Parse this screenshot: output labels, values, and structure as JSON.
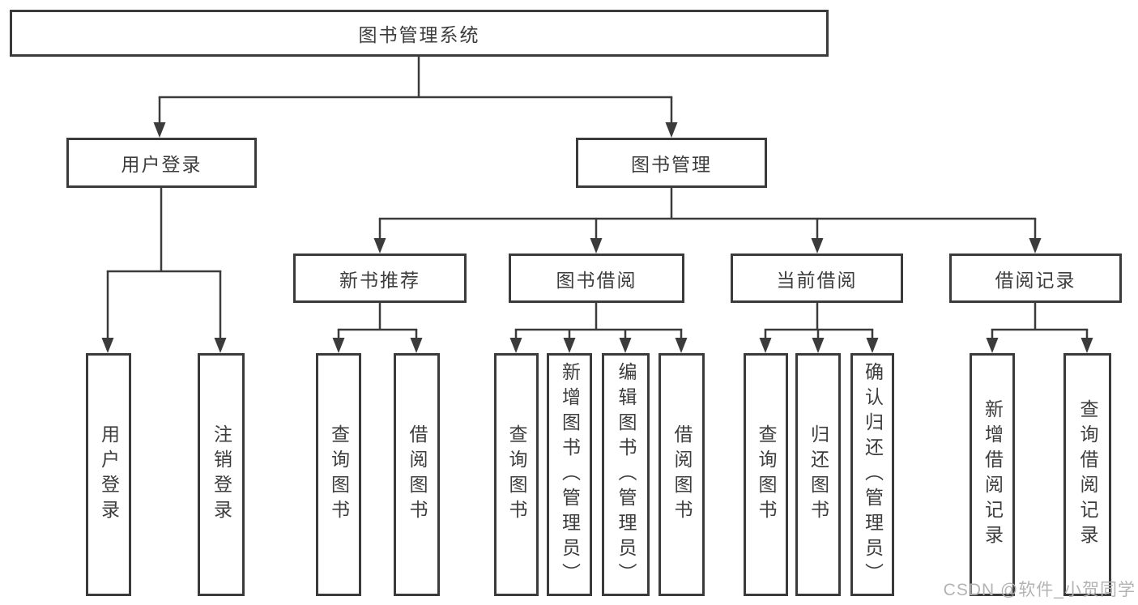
{
  "nodes": {
    "root": "图书管理系统",
    "level2": [
      "用户登录",
      "图书管理"
    ],
    "level3": [
      "新书推荐",
      "图书借阅",
      "当前借阅",
      "借阅记录"
    ],
    "leaves_user_login": [
      "用户登录",
      "注销登录"
    ],
    "leaves_new_books": [
      "查询图书",
      "借阅图书"
    ],
    "leaves_book_borrow": [
      "查询图书",
      "新增图书（管理员）",
      "编辑图书（管理员）",
      "借阅图书"
    ],
    "leaves_current_borrow": [
      "查询图书",
      "归还图书",
      "确认归还（管理员）"
    ],
    "leaves_borrow_records": [
      "新增借阅记录",
      "查询借阅记录"
    ]
  },
  "watermark": "CSDN @软件_小贺同学",
  "colors": {
    "line": "#3b3b3b",
    "text": "#3d3d3d",
    "box_background": "#ffffff",
    "watermark": "#b3b3b3"
  }
}
